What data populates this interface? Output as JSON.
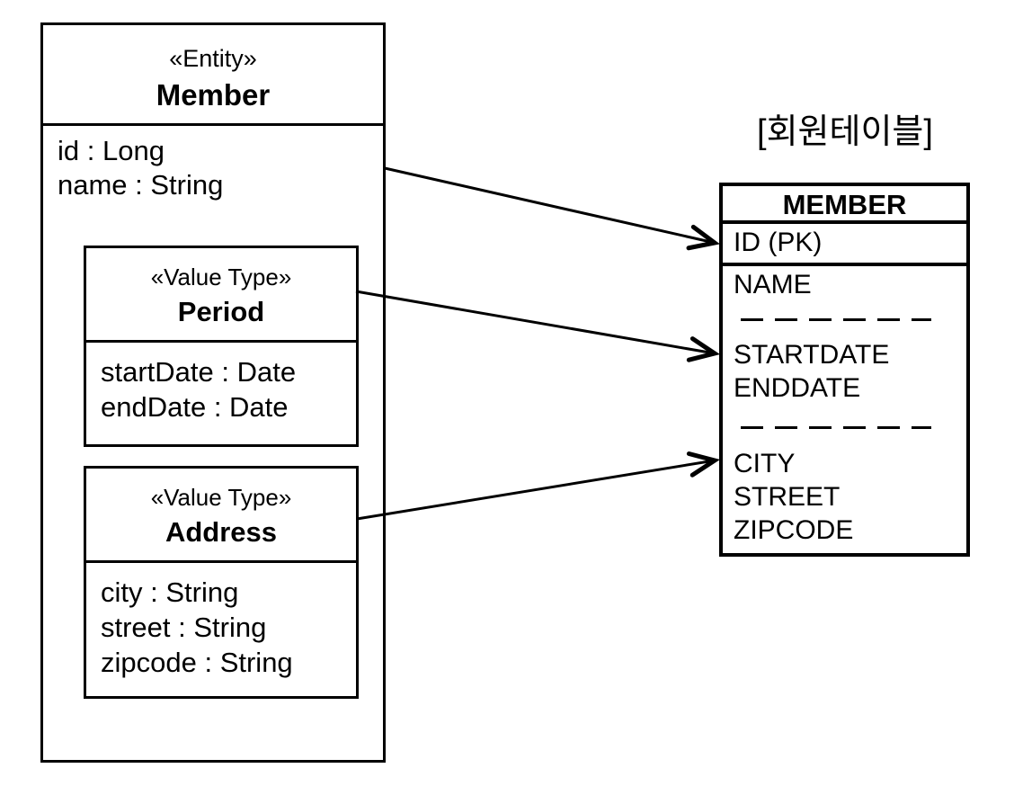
{
  "palette": {
    "ink": "#000000",
    "background": "#ffffff"
  },
  "entity_member": {
    "stereotype": "«Entity»",
    "name": "Member",
    "attributes": [
      "id : Long",
      "name : String"
    ],
    "value_types": [
      {
        "stereotype": "«Value Type»",
        "name": "Period",
        "attributes": [
          "startDate : Date",
          "endDate : Date"
        ]
      },
      {
        "stereotype": "«Value Type»",
        "name": "Address",
        "attributes": [
          "city : String",
          "street : String",
          "zipcode : String"
        ]
      }
    ]
  },
  "table": {
    "caption": "[회원테이블]",
    "name": "MEMBER",
    "pk_row": "ID (PK)",
    "row_groups": [
      [
        "NAME"
      ],
      [
        "STARTDATE",
        "ENDDATE"
      ],
      [
        "CITY",
        "STREET",
        "ZIPCODE"
      ]
    ]
  },
  "arrows": [
    {
      "from": "entity-member",
      "to": "table-row-id-pk"
    },
    {
      "from": "value-type-period",
      "to": "table-row-startdate"
    },
    {
      "from": "value-type-address",
      "to": "table-row-city"
    }
  ]
}
